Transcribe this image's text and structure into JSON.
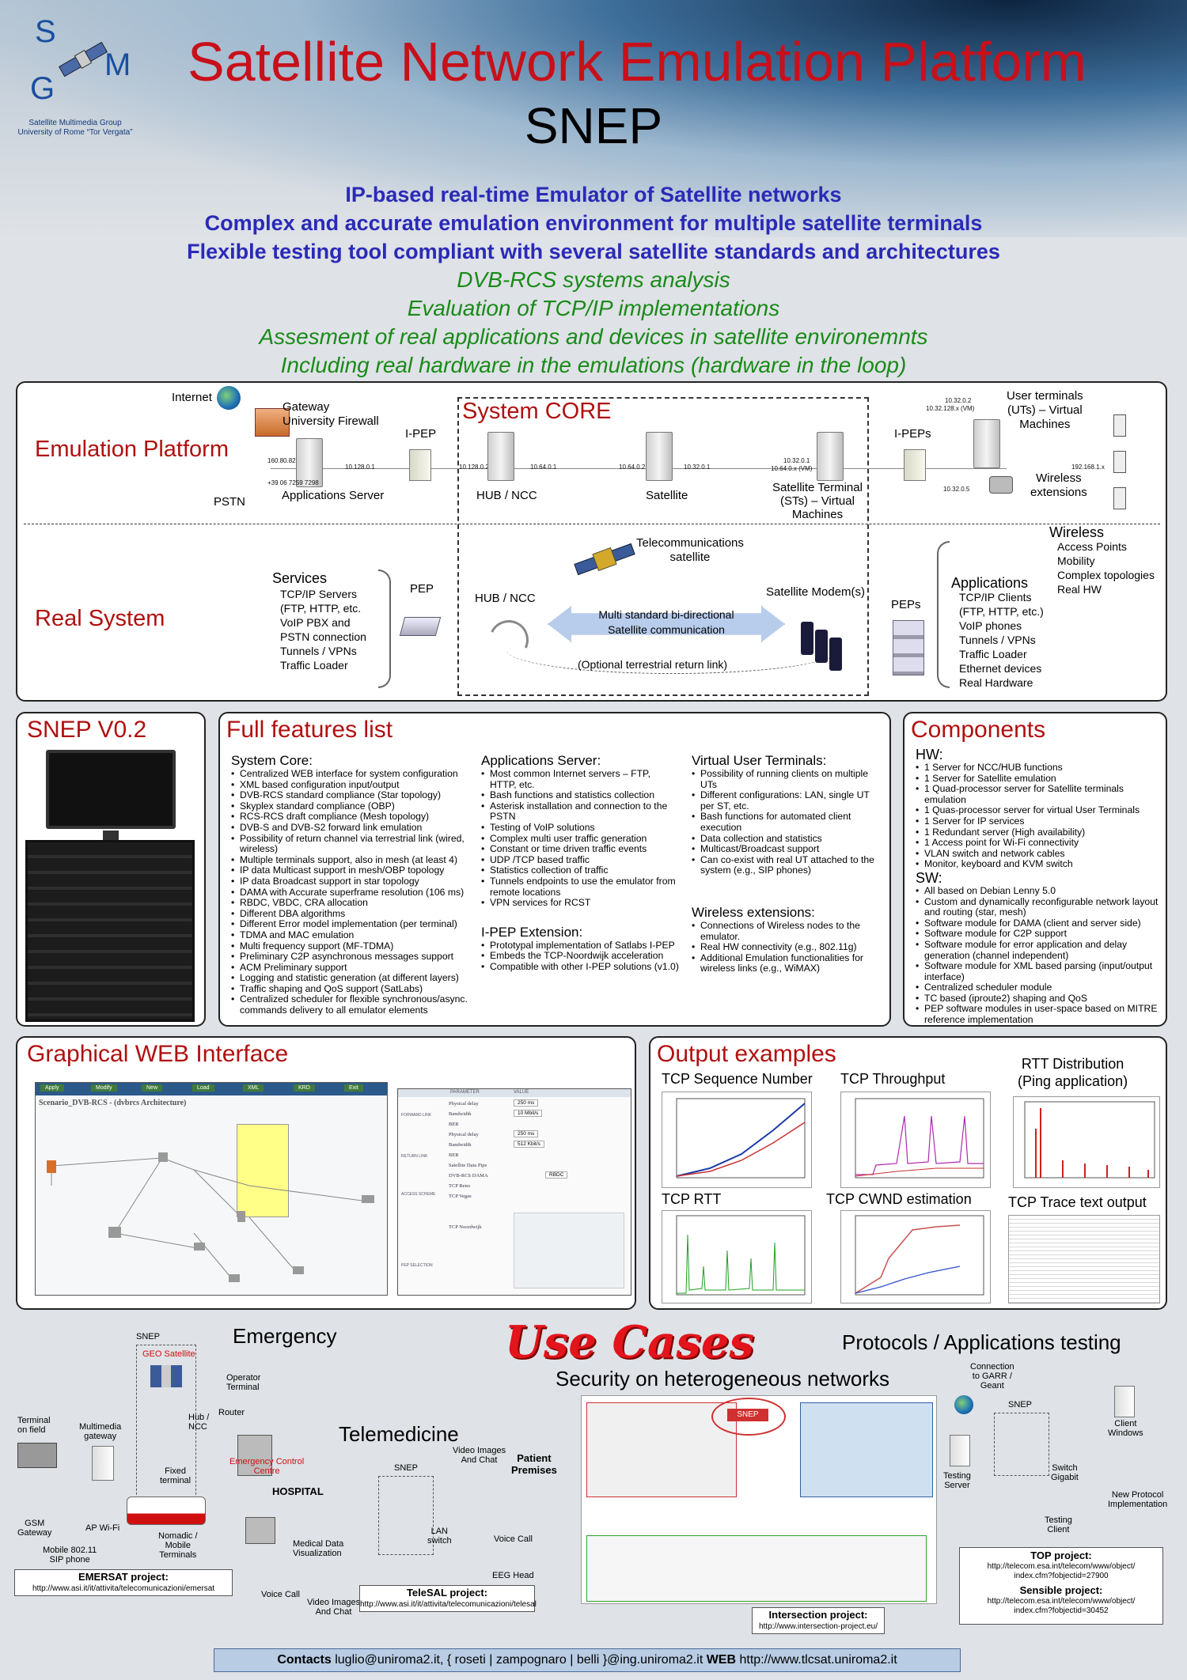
{
  "header": {
    "logo_letters": [
      "S",
      "G",
      "M"
    ],
    "logo_caption1": "Satellite Multimedia Group",
    "logo_caption2": "University of Rome “Tor Vergata”",
    "title": "Satellite Network Emulation Platform",
    "subtitle": "SNEP",
    "blue_lines": [
      "IP-based real-time Emulator of Satellite networks",
      "Complex and accurate emulation environment for multiple satellite terminals",
      "Flexible testing tool compliant with several satellite standards and architectures"
    ],
    "green_lines": [
      "DVB-RCS systems analysis",
      "Evaluation of TCP/IP implementations",
      "Assesment of real applications and devices in satellite environemnts",
      "Including real hardware in the emulations (hardware in the loop)"
    ]
  },
  "diagram": {
    "emulation_label": "Emulation Platform",
    "real_label": "Real System",
    "system_core": "System CORE",
    "internet": "Internet",
    "gateway": "Gateway\nUniversity Firewall",
    "ip1": "160.80.82.30",
    "phone": "+39 06 7259 7298",
    "pstn": "PSTN",
    "ip2": "10.128.0.1",
    "app_server": "Applications Server",
    "ipep": "I-PEP",
    "ip3": "10.128.0.2",
    "ip4": "10.64.0.1",
    "hub": "HUB / NCC",
    "ip5": "10.64.0.2",
    "ip6": "10.32.0.1",
    "satellite": "Satellite",
    "ip7": "10.32.0.1",
    "ip8": "10.64.0.x (VM)",
    "st": "Satellite Terminal\n(STs) – Virtual\nMachines",
    "ipeps": "I-PEPs",
    "ip9": "10.32.0.2",
    "ip10": "10.32.128.x (VM)",
    "uts": "User terminals\n(UTs) – Virtual\nMachines",
    "ip11": "192.168.1.x",
    "ip12": "10.32.0.5",
    "wireless_ext": "Wireless\nextensions",
    "services_title": "Services",
    "services": [
      "TCP/IP Servers\n(FTP, HTTP, etc.",
      "VoIP PBX and\nPSTN connection",
      "Tunnels / VPNs",
      "Traffic Loader"
    ],
    "pep": "PEP",
    "hub2": "HUB / NCC",
    "telecom_sat": "Telecommunications\nsatellite",
    "multi_std": "Multi standard bi-directional\nSatellite communication",
    "optional": "(Optional terrestrial return link)",
    "modems": "Satellite Modem(s)",
    "peps": "PEPs",
    "apps_title": "Applications",
    "apps": [
      "TCP/IP Clients\n(FTP, HTTP, etc.)",
      "VoIP phones",
      "Tunnels / VPNs",
      "Traffic Loader",
      "Ethernet devices",
      "Real Hardware"
    ],
    "wireless_title": "Wireless",
    "wireless": [
      "Access Points",
      "Mobility",
      "Complex topologies",
      "Real HW"
    ]
  },
  "snep_v02": {
    "title": "SNEP V0.2"
  },
  "features": {
    "title": "Full features list",
    "core_title": "System Core:",
    "core": [
      "Centralized WEB interface for system configuration",
      "XML based configuration input/output",
      "DVB-RCS standard compliance (Star topology)",
      "Skyplex standard compliance (OBP)",
      "RCS-RCS draft compliance (Mesh topology)",
      "DVB-S and DVB-S2 forward link emulation",
      "Possibility of return channel via terrestrial link (wired, wireless)",
      "Multiple terminals support, also in mesh (at least 4)",
      "IP data Multicast support in mesh/OBP topology",
      "IP data Broadcast support in star topology",
      "DAMA with Accurate superframe resolution (106 ms)",
      "RBDC, VBDC, CRA allocation",
      "Different DBA algorithms",
      "Different Error model implementation (per terminal)",
      "TDMA and MAC emulation",
      "Multi frequency support (MF-TDMA)",
      "Preliminary C2P asynchronous messages support",
      "ACM Preliminary support",
      "Logging and statistic generation (at different layers)",
      "Traffic shaping and QoS support (SatLabs)",
      "Centralized scheduler for flexible synchronous/async. commands delivery to all emulator elements"
    ],
    "apps_title": "Applications Server:",
    "apps": [
      "Most common Internet servers – FTP, HTTP, etc.",
      "Bash functions and statistics collection",
      "Asterisk installation and connection to the PSTN",
      "Testing of VoIP solutions",
      "Complex multi user traffic generation",
      "Constant or time driven traffic events",
      "UDP /TCP based traffic",
      "Statistics collection of traffic",
      "Tunnels endpoints to use the emulator from remote locations",
      "VPN services for RCST"
    ],
    "ipep_title": "I-PEP Extension:",
    "ipep": [
      "Prototypal implementation of Satlabs I-PEP",
      "Embeds the TCP-Noordwijk acceleration",
      "Compatible with other I-PEP solutions (v1.0)"
    ],
    "vut_title": "Virtual User Terminals:",
    "vut": [
      "Possibility of running clients on multiple UTs",
      "Different configurations: LAN, single UT per ST, etc.",
      "Bash functions for automated client execution",
      "Data collection and statistics",
      "Multicast/Broadcast support",
      "Can co-exist with real UT attached to the system (e.g., SIP phones)"
    ],
    "wext_title": "Wireless extensions:",
    "wext": [
      "Connections of Wireless nodes to the emulator.",
      "Real HW connectivity (e.g., 802.11g)",
      "Additional Emulation functionalities for wireless links (e.g., WiMAX)"
    ]
  },
  "components": {
    "title": "Components",
    "hw_title": "HW:",
    "hw": [
      "1 Server for NCC/HUB functions",
      "1 Server for Satellite emulation",
      "1 Quad-processor server for Satellite terminals emulation",
      "1 Quas-processor server for virtual User Terminals",
      "1 Server for IP services",
      "1 Redundant server (High availability)",
      "1 Access point for Wi-Fi connectivity",
      "VLAN switch and network cables",
      "Monitor, keyboard and KVM switch"
    ],
    "sw_title": "SW:",
    "sw": [
      "All based on Debian Lenny 5.0",
      "Custom and dynamically reconfigurable network layout and routing (star, mesh)",
      "Software module for DAMA (client and server side)",
      "Software module for C2P support",
      "Software module for error application and delay generation (channel independent)",
      "Software module for XML based parsing (input/output interface)",
      "Centralized scheduler module",
      "TC based (iproute2) shaping and QoS",
      "PEP software modules in user-space based on MITRE reference implementation"
    ]
  },
  "web": {
    "title": "Graphical WEB Interface",
    "scenario": "Scenario_DVB-RCS - (dvbrcs Architecture)",
    "buttons": [
      "Apply",
      "Modify",
      "New",
      "Load",
      "XML",
      "KRD",
      "Exit"
    ],
    "form_headers": [
      "PARAMETER",
      "VALUE"
    ],
    "groups": [
      "FORWARD LINK",
      "RETURN LINK",
      "ACCESS SCHEME",
      "PEP SELECTION"
    ],
    "rows": [
      "Physical delay",
      "Bandwidth",
      "BER",
      "Physical delay",
      "Bandwidth",
      "BER",
      "Satellite Data Pipe",
      "DVB-RCS DAMA",
      "TCP Reno",
      "TCP Vegas",
      "TCP Noordwijk"
    ],
    "values": [
      "250 ms",
      "10 Mbit/s",
      "250 ms",
      "512 Kbit/s",
      "RBDC"
    ]
  },
  "output": {
    "title": "Output examples",
    "charts": [
      "TCP Sequence Number",
      "TCP Throughput",
      "RTT Distribution\n(Ping application)",
      "TCP RTT",
      "TCP CWND estimation",
      "TCP Trace text output"
    ]
  },
  "usecases": {
    "title": "Use Cases",
    "emergency": "Emergency",
    "snep": "SNEP",
    "geo": "GEO Satellite",
    "operator": "Operator\nTerminal",
    "hub": "Hub /\nNCC",
    "router": "Router",
    "terminal_field": "Terminal\non field",
    "mm_gateway": "Multimedia\ngateway",
    "fixed_terminal": "Fixed\nterminal",
    "emergency_centre": "Emergency Control\nCentre",
    "gsm": "GSM\nGateway",
    "apwifi": "AP Wi-Fi",
    "mobile": "Mobile 802.11\nSIP phone",
    "nomadic": "Nomadic /\nMobile\nTerminals",
    "emersat": "EMERSAT project:",
    "emersat_url": "http://www.asi.it/it/attivita/telecomunicazioni/emersat",
    "telemedicine": "Telemedicine",
    "hospital": "HOSPITAL",
    "patient": "Patient\nPremises",
    "medical": "Medical Data\nVisualization",
    "video1": "Video Images\nAnd Chat",
    "video2": "Video Images\nAnd Chat",
    "lan": "LAN\nswitch",
    "voice1": "Voice Call",
    "voice2": "Voice Call",
    "eeg": "EEG Head",
    "telesal": "TeleSAL project:",
    "telesal_url": "http://www.asi.it/it/attivita/telecomunicazioni/telesal",
    "security": "Security on heterogeneous networks",
    "intersection": "Intersection project:",
    "intersection_url": "http://www.intersection-project.eu/",
    "protocols": "Protocols / Applications testing",
    "garr": "Connection\nto GARR /\nGeant",
    "client_win": "Client\nWindows",
    "testing_server": "Testing\nServer",
    "switch": "Switch\nGigabit",
    "new_protocol": "New Protocol\nImplementation",
    "testing_client": "Testing\nClient",
    "top": "TOP project:",
    "top_url": "http://telecom.esa.int/telecom/www/object/\nindex.cfm?fobjectid=27900",
    "sensible": "Sensible project:",
    "sensible_url": "http://telecom.esa.int/telecom/www/object/\nindex.cfm?fobjectid=30452"
  },
  "contacts": {
    "label": "Contacts",
    "emails": " luglio@uniroma2.it, { roseti | zampognaro | belli }@ing.uniroma2.it ",
    "web_label": "WEB",
    "web": " http://www.tlcsat.uniroma2.it"
  }
}
